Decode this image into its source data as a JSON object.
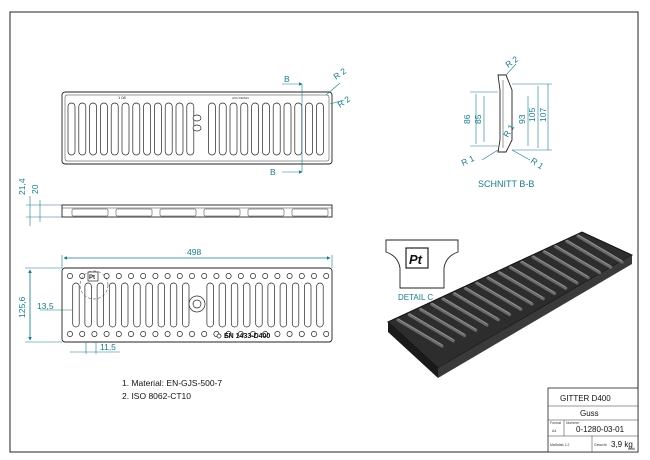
{
  "top_view": {
    "dim_r2_a": "R 2",
    "dim_r2_b": "R 2",
    "section_mark_top": "B",
    "section_mark_bottom": "B",
    "cast_text_a": "1 08",
    "cast_text_b": "ACO DRAIN"
  },
  "side_view": {
    "dim_21_4": "21,4",
    "dim_20": "20"
  },
  "bottom_view": {
    "dim_498": "498",
    "dim_125_6": "125,6",
    "dim_13_5": "13,5",
    "dim_11_5": "11,5",
    "standard_mark": "EN 1433-D400",
    "logo": "Pt"
  },
  "section": {
    "dim_r2": "R 2",
    "dim_r1_left": "R 1",
    "dim_r1_right": "R 1",
    "dim_r1_mid": "R 1",
    "dim_86": "86",
    "dim_85": "85",
    "dim_93": "93",
    "dim_105": "105",
    "dim_107": "107",
    "caption": "SCHNITT  B-B"
  },
  "detail": {
    "caption": "DETAIL C",
    "logo": "Pt"
  },
  "notes": [
    "1. Material: EN-GJS-500-7",
    "2. ISO 8062-CT10"
  ],
  "title_block": {
    "name": "GITTER  D400",
    "material": "Guss",
    "format_label": "Format",
    "size_label": "A4",
    "number_label": "Nummer",
    "drawing_number": "0-1280-03-01",
    "weight_label": "Gewicht",
    "weight": "3,9 kg",
    "scale_label": "Maßstab 1:2",
    "sheet_label": "Blatt"
  }
}
